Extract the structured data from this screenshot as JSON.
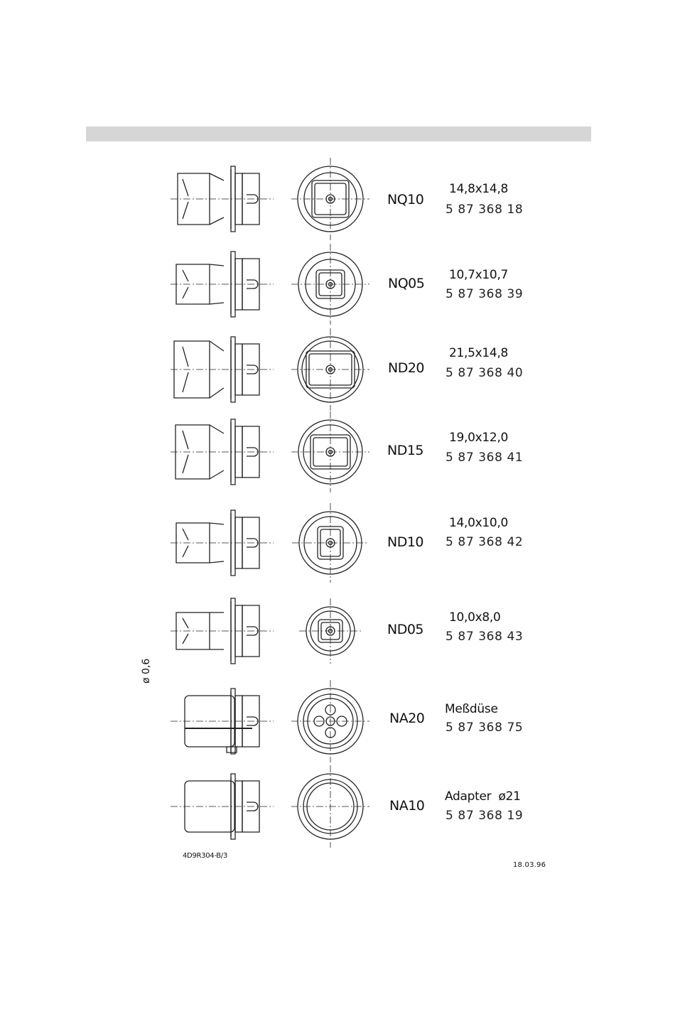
{
  "nozzles": [
    {
      "code": "NQ10",
      "dims": "14,8x14,8",
      "part_number": "5 87 368 18"
    },
    {
      "code": "NQ05",
      "dims": "10,7x10,7",
      "part_number": "5 87 368 39"
    },
    {
      "code": "ND20",
      "dims": "21,5x14,8",
      "part_number": "5 87 368 40"
    },
    {
      "code": "ND15",
      "dims": "19,0x12,0",
      "part_number": "5 87 368 41"
    },
    {
      "code": "ND10",
      "dims": "14,0x10,0",
      "part_number": "5 87 368 42"
    },
    {
      "code": "ND05",
      "dims": "10,0x8,0",
      "part_number": "5 87 368 43"
    },
    {
      "code": "NA20",
      "dims": "Meßdüse",
      "part_number": "5 87 368 75"
    },
    {
      "code": "NA10",
      "dims": "Adapter  ø21",
      "part_number": "5 87 368 19"
    }
  ],
  "dimension_label": "ø 0,6",
  "footer": {
    "drawing_number": "4D9R304-B/3",
    "date": "18.03.96"
  },
  "colors": {
    "line": "#222222",
    "band": "#d6d6d6"
  }
}
